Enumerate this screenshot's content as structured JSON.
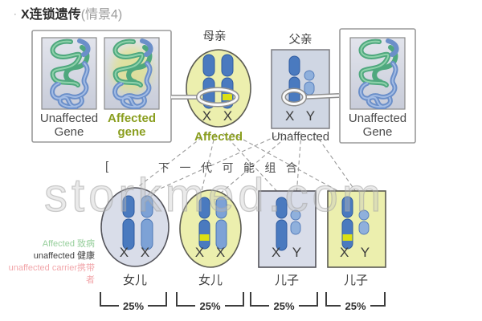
{
  "title": {
    "bullet": "·",
    "main": "X连锁遗传",
    "paren": "(情景4)"
  },
  "watermark": "storkmed.com",
  "gene_boxes": {
    "left": {
      "unaffected_line1": "Unaffected",
      "unaffected_line2": "Gene",
      "affected_line1": "Affected",
      "affected_line2": "gene"
    },
    "right": {
      "line1": "Unaffected",
      "line2": "Gene"
    }
  },
  "parents": {
    "mother": {
      "label": "母亲",
      "chromosomes": "X X",
      "status": "Affected"
    },
    "father": {
      "label": "父亲",
      "chromosomes": "X Y",
      "status": "Unaffected"
    }
  },
  "next_gen": {
    "bracket": "[",
    "heading": "下一代可能组合"
  },
  "children": [
    {
      "chromosomes": "X X",
      "label": "女儿",
      "percent": "25%"
    },
    {
      "chromosomes": "X X",
      "label": "女儿",
      "percent": "25%"
    },
    {
      "chromosomes": "X Y",
      "label": "儿子",
      "percent": "25%"
    },
    {
      "chromosomes": "X Y",
      "label": "儿子",
      "percent": "25%"
    }
  ],
  "legend": [
    {
      "text": "Affected 致病",
      "color": "#97cf9c"
    },
    {
      "text": "unaffected 健康",
      "color": "#3d3d3d"
    },
    {
      "text": "unaffected carrier携带者",
      "color": "#f2a7ab"
    }
  ],
  "colors": {
    "accent_affected_text": "#8a9e1f",
    "panel_affected_fill": "#ecefae",
    "panel_unaffected_fill": "#d9dde9",
    "father_panel_fill": "#cfd6e3",
    "chromosome_dark": "#4a7abf",
    "chromosome_mid": "#7da2d6",
    "chromosome_light": "#8fb0dc",
    "affected_band": "#dce013"
  }
}
